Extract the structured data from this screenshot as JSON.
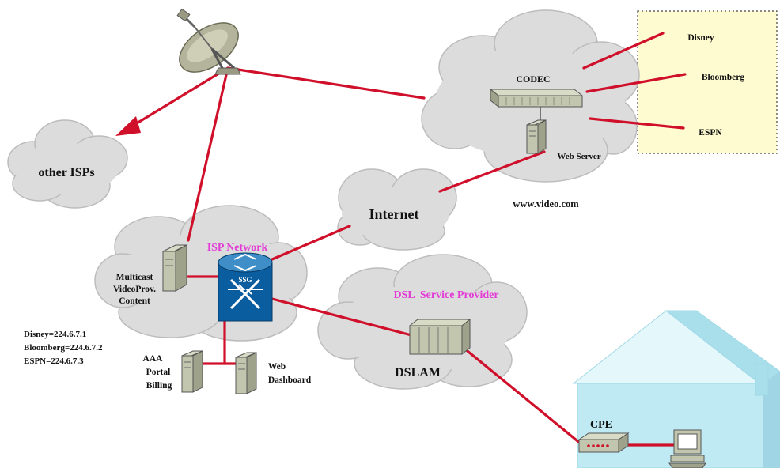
{
  "colors": {
    "link": "#d0102a",
    "cloud_fill": "#dcdcdc",
    "cloud_stroke": "#bcbcbc",
    "accent_label": "#e33cd6",
    "channel_box": "#fffbd0",
    "house": "#bfeaf3",
    "ssg_blue": "#0a5ea0"
  },
  "clouds": {
    "other_isps": "other ISPs",
    "internet": "Internet",
    "isp_network": "ISP Network",
    "dsl_provider": "DSL  Service Provider"
  },
  "labels": {
    "codec": "CODEC",
    "web_server": "Web Server",
    "video_site": "www.video.com",
    "ssg": "SSG",
    "dslam": "DSLAM",
    "cpe": "CPE",
    "multicast_lines": [
      "Multicast",
      "VideoProv.",
      "Content"
    ],
    "aaa_lines": [
      "AAA",
      "Portal",
      "Billing"
    ],
    "web_dashboard_lines": [
      "Web",
      "Dashboard"
    ]
  },
  "channels": [
    "Disney",
    "Bloomberg",
    "ESPN"
  ],
  "multicast_addresses": [
    "Disney=224.6.7.1",
    "Bloomberg=224.6.7.2",
    "ESPN=224.6.7.3"
  ],
  "icons": [
    "satellite-dish-icon",
    "codec-device-icon",
    "web-server-icon",
    "multicast-server-icon",
    "ssg-router-icon",
    "aaa-server-icon",
    "dashboard-server-icon",
    "dslam-device-icon",
    "cpe-modem-icon",
    "pc-icon",
    "house-icon"
  ]
}
